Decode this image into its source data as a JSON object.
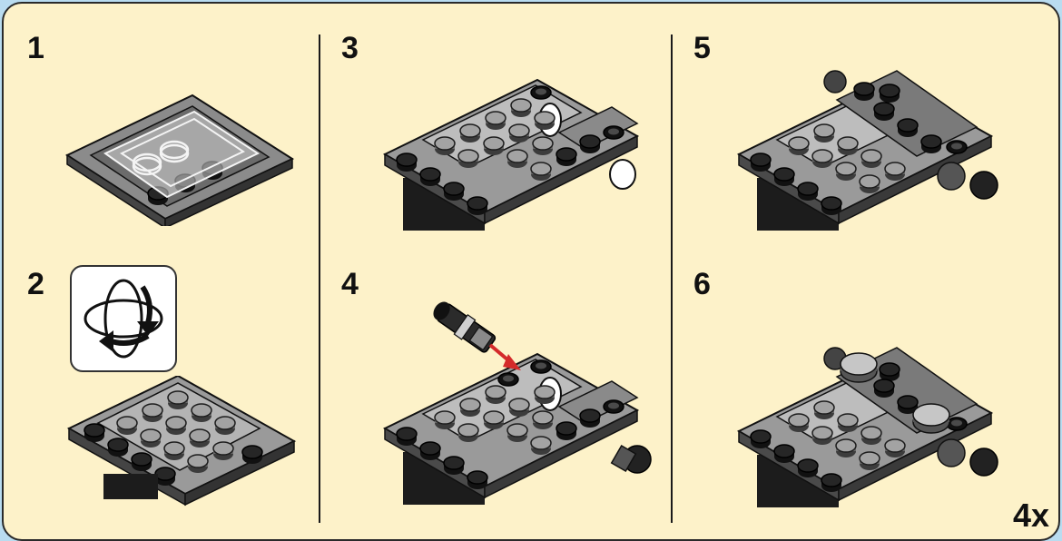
{
  "steps": [
    {
      "number": "1"
    },
    {
      "number": "2"
    },
    {
      "number": "3"
    },
    {
      "number": "4"
    },
    {
      "number": "5"
    },
    {
      "number": "6"
    }
  ],
  "quantity": "4x",
  "icons": {
    "rotate": "rotate-model-icon",
    "arrow_color": "#d42a2a"
  },
  "colors": {
    "background": "#fdf2c9",
    "frame": "#b9dcf0",
    "light_gray": "#a9a9a9",
    "dark_gray": "#5b5b5b",
    "black": "#1b1b1b"
  }
}
